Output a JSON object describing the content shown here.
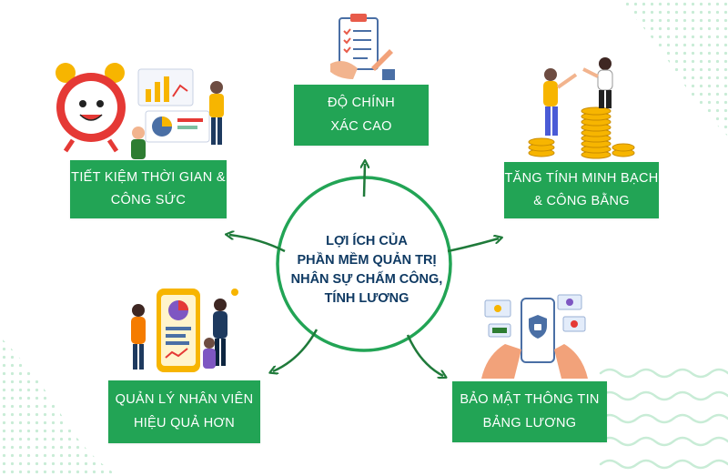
{
  "center": {
    "title": "LỢI ÍCH CỦA\nPHẦN MỀM QUẢN TRỊ\nNHÂN SỰ CHẤM CÔNG,\nTÍNH LƯƠNG"
  },
  "benefits": [
    {
      "label": "ĐỘ CHÍNH\nXÁC CAO",
      "icon": "checklist-icon"
    },
    {
      "label": "TIẾT KIỆM THỜI GIAN &\nCÔNG SỨC",
      "icon": "alarm-clock-icon"
    },
    {
      "label": "TĂNG TÍNH MINH BẠCH\n& CÔNG BẰNG",
      "icon": "coin-stairs-icon"
    },
    {
      "label": "QUẢN LÝ NHÂN VIÊN\nHIỆU QUẢ HƠN",
      "icon": "dashboard-people-icon"
    },
    {
      "label": "BẢO MẬT THÔNG TIN\nBẢNG LƯƠNG",
      "icon": "secure-phone-icon"
    }
  ],
  "colors": {
    "box": "#22a455",
    "circle": "#22a455",
    "arrow": "#1f7a3a",
    "center_text": "#0f3a63",
    "dots": "#c8ecd6"
  }
}
